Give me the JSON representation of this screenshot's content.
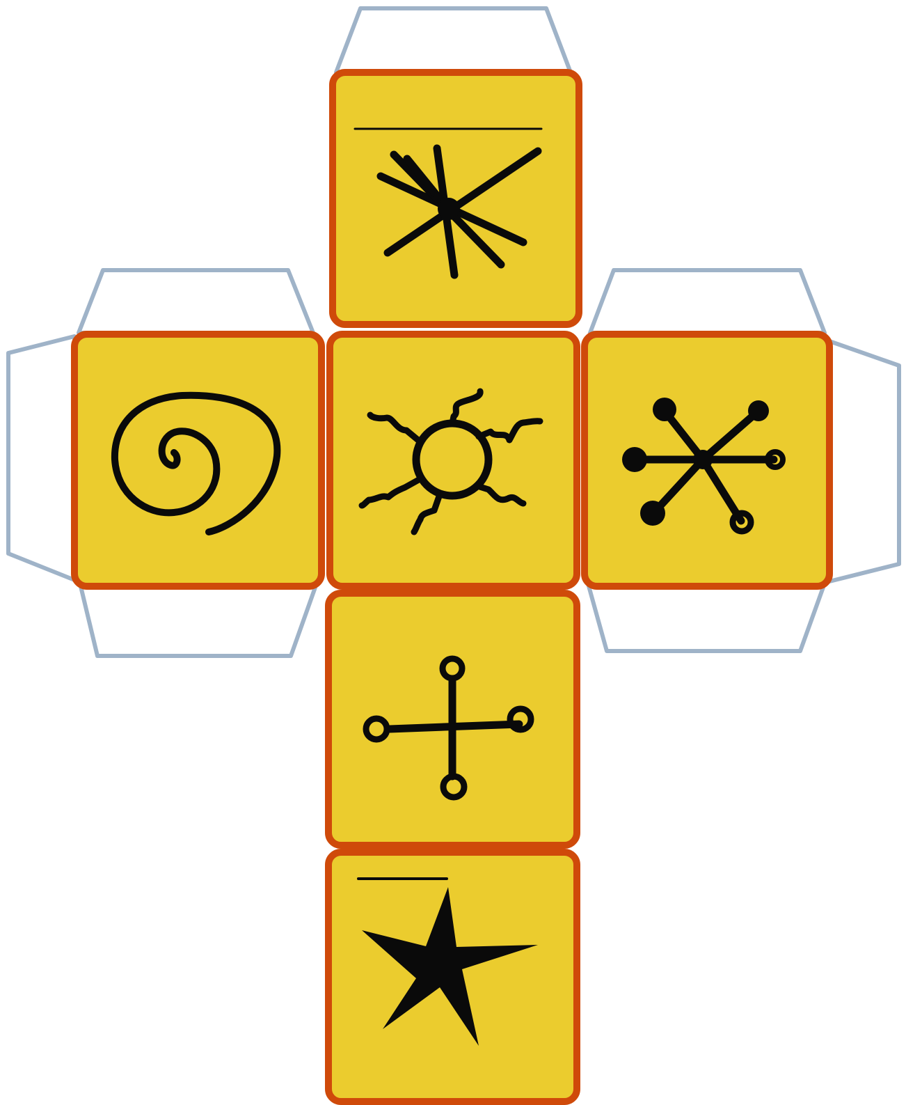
{
  "colors": {
    "face_fill": "#ebcc2e",
    "face_border": "#cf4a0a",
    "flap_outline": "#9fb3c8",
    "symbol": "#0a0a0a",
    "background": "#ffffff"
  },
  "faces": [
    {
      "position": "top",
      "icon": "spark-starburst-icon"
    },
    {
      "position": "left",
      "icon": "spiral-icon"
    },
    {
      "position": "center",
      "icon": "sun-with-wavy-rays-icon"
    },
    {
      "position": "right",
      "icon": "six-spoke-dotted-asterisk-icon"
    },
    {
      "position": "lower-middle",
      "icon": "dotted-cross-icon"
    },
    {
      "position": "bottom",
      "icon": "five-point-star-icon"
    }
  ]
}
